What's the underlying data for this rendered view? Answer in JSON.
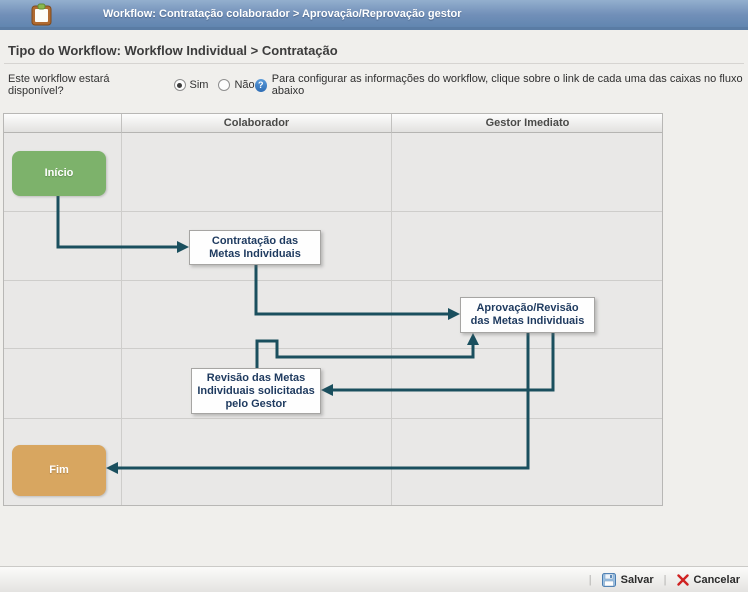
{
  "titlebar": {
    "icon": "clipboard-icon",
    "title": "Workflow: Contratação colaborador > Aprovação/Reprovação gestor"
  },
  "page": {
    "title": "Tipo do Workflow: Workflow Individual > Contratação"
  },
  "availability": {
    "question": "Este workflow estará disponível?",
    "options": [
      {
        "label": "Sim",
        "selected": true
      },
      {
        "label": "Não",
        "selected": false
      }
    ]
  },
  "help": {
    "icon": "help-icon",
    "text": "Para configurar as informações do workflow, clique sobre o link de cada uma das caixas no fluxo abaixo"
  },
  "flow": {
    "columns": [
      "",
      "Colaborador",
      "Gestor Imediato"
    ],
    "nodes": [
      {
        "id": "inicio",
        "label": "Início",
        "type": "start"
      },
      {
        "id": "contratacao",
        "label": "Contratação das Metas Individuais",
        "type": "task"
      },
      {
        "id": "aprovacao",
        "label": "Aprovação/Revisão das Metas Individuais",
        "type": "task"
      },
      {
        "id": "revisao",
        "label": "Revisão das Metas Individuais solicitadas pelo Gestor",
        "type": "task"
      },
      {
        "id": "fim",
        "label": "Fim",
        "type": "end"
      }
    ],
    "connections": [
      "inicio -> contratacao",
      "contratacao -> aprovacao",
      "aprovacao -> revisao",
      "aprovacao -> fim",
      "revisao -> aprovacao"
    ]
  },
  "footer": {
    "separator": "|",
    "save_label": "Salvar",
    "save_icon": "floppy-disk-icon",
    "cancel_label": "Cancelar",
    "cancel_icon": "red-x-icon"
  },
  "colors": {
    "start_node": "#7db26b",
    "end_node": "#d8a660",
    "arrow": "#1a4f5e",
    "titlebar_top": "#93afce",
    "titlebar_bottom": "#6186b0"
  }
}
